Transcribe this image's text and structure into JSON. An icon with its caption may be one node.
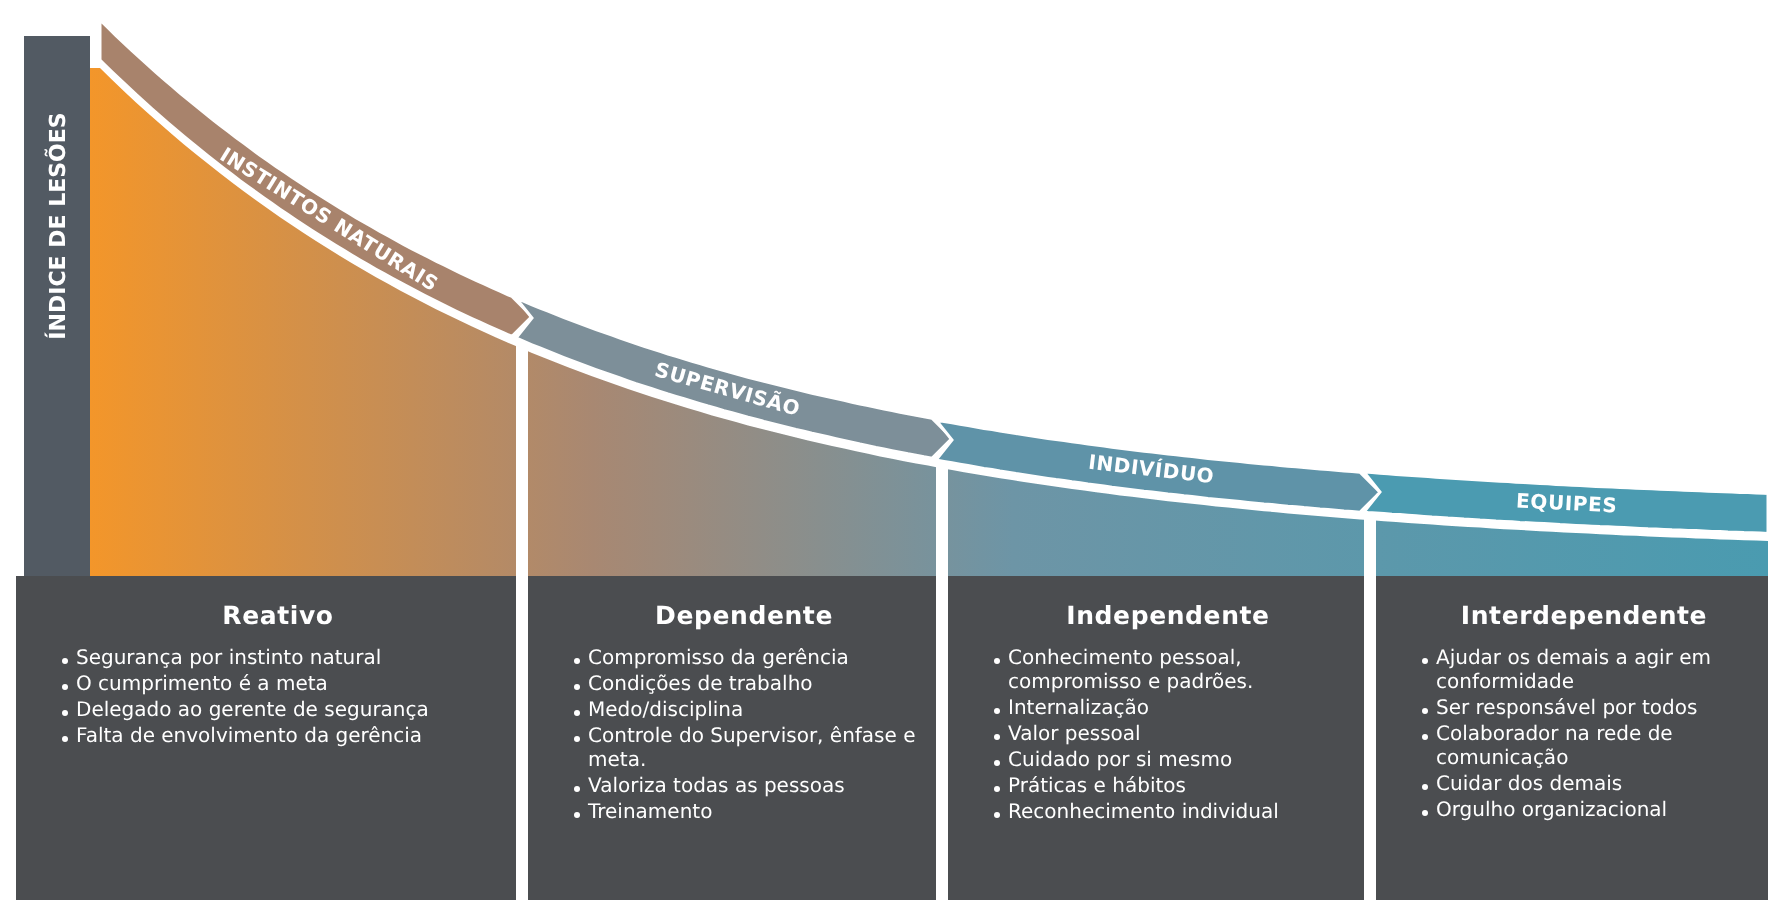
{
  "diagram": {
    "nodes": [
      {
        "text": [
          "ÍNDICE DE LESÕES"
        ]
      },
      {
        "text": [
          "INSTINTOS NATURAIS"
        ]
      },
      {
        "text": [
          "SUPERVISÃO"
        ]
      },
      {
        "text": [
          "INDIVÍDUO"
        ]
      },
      {
        "text": [
          "EQUIPES"
        ]
      },
      {
        "text": [
          "Reativo",
          "Segurança por instinto natural",
          "O cumprimento é a meta",
          "Delegado ao gerente de segurança",
          "Falta de envolvimento da gerência"
        ]
      },
      {
        "text": [
          "Dependente",
          "Compromisso da gerência",
          "Condições de trabalho",
          "Medo/disciplina",
          "Controle do Supervisor, ênfase e meta.",
          "Valoriza todas as pessoas",
          "Treinamento"
        ]
      },
      {
        "text": [
          "Independente",
          "Conhecimento pessoal, compromisso e padrões.",
          "Internalização",
          "Valor pessoal",
          "Cuidado por si mesmo",
          "Práticas e hábitos",
          "Reconhecimento individual"
        ]
      },
      {
        "text": [
          "Interdependente",
          "Ajudar os demais a agir em conformidade",
          "Ser responsável por todos",
          "Colaborador na rede de comunicação",
          "Cuidar dos demais",
          "Orgulho organizacional"
        ]
      }
    ]
  }
}
